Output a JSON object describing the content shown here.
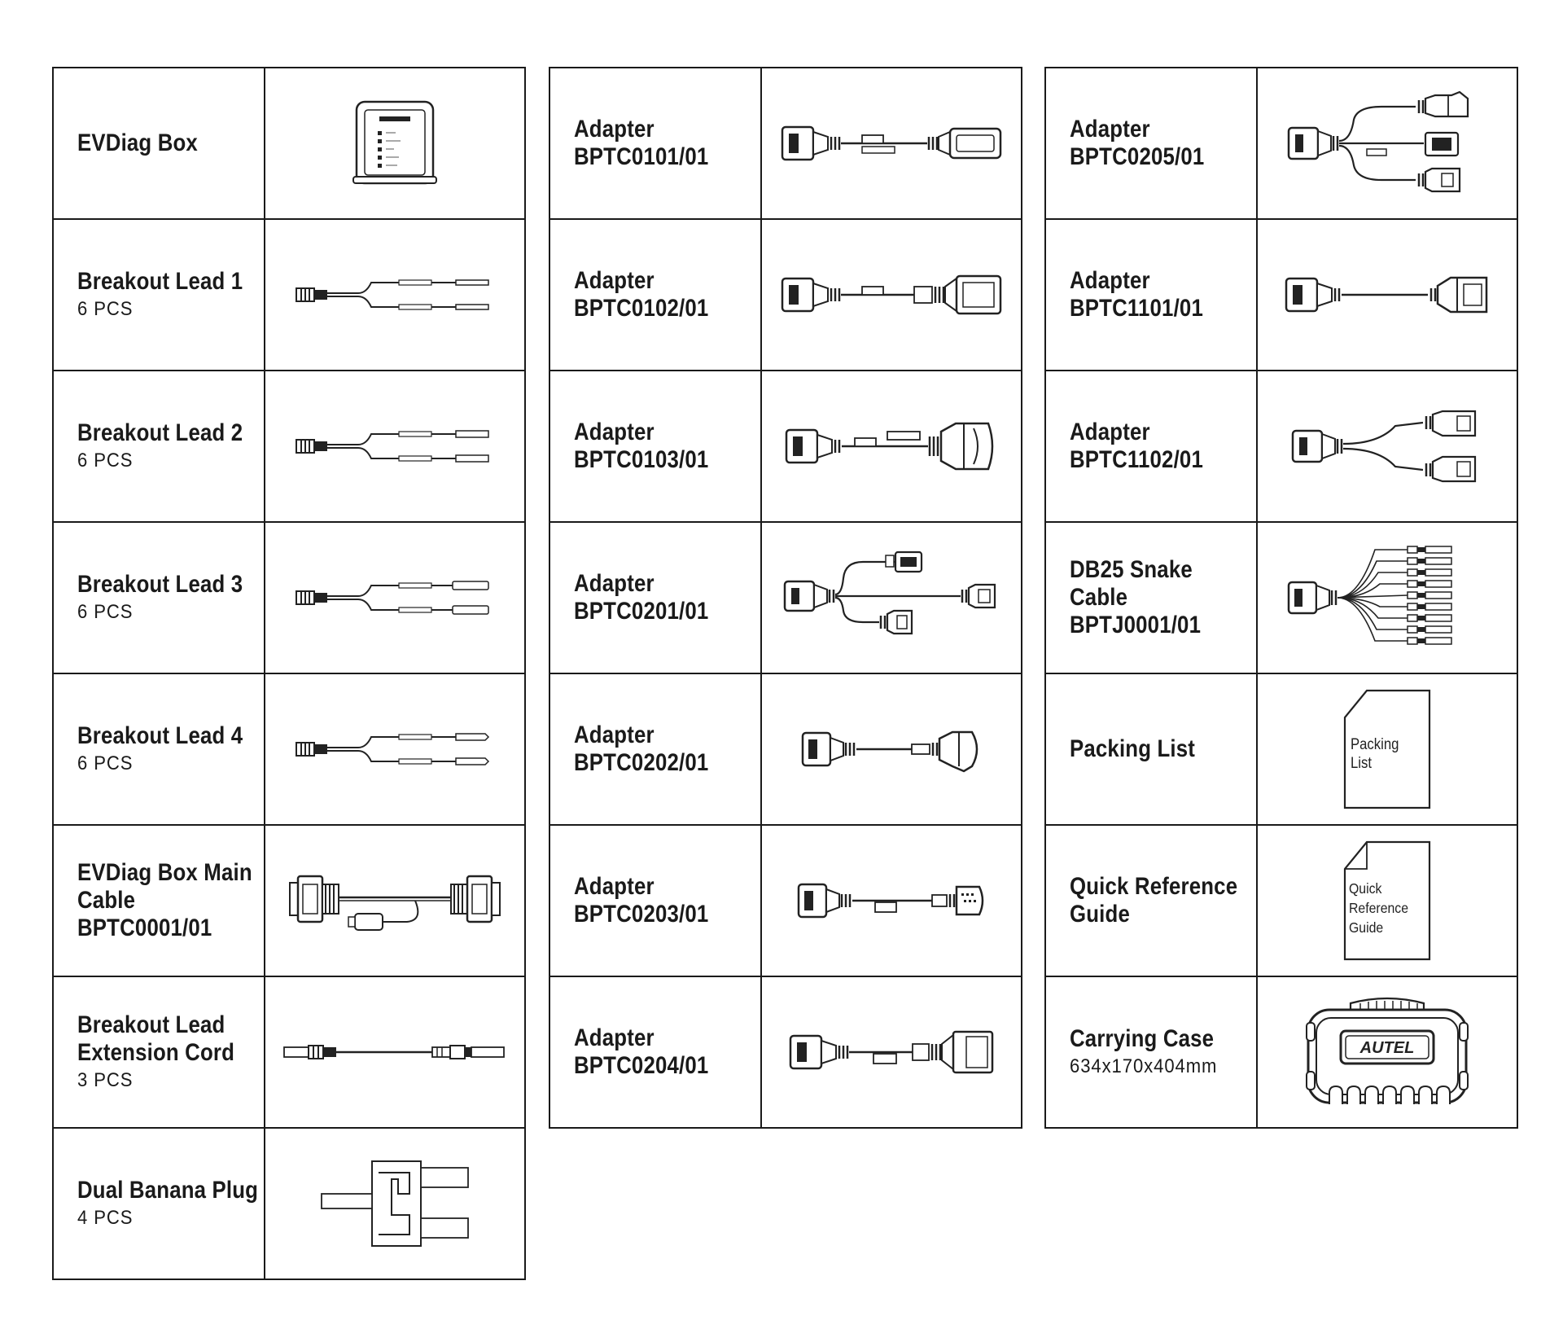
{
  "columns": [
    {
      "rows": [
        {
          "name": "EVDiag Box",
          "qty": "",
          "icon": "evdiag-box-icon"
        },
        {
          "name": "Breakout Lead 1",
          "qty": "6 PCS",
          "icon": "breakout-lead-icon"
        },
        {
          "name": "Breakout Lead 2",
          "qty": "6 PCS",
          "icon": "breakout-lead-icon"
        },
        {
          "name": "Breakout Lead 3",
          "qty": "6 PCS",
          "icon": "breakout-lead-icon"
        },
        {
          "name": "Breakout Lead 4",
          "qty": "6 PCS",
          "icon": "breakout-lead-icon"
        },
        {
          "name": "EVDiag Box Main\nCable\nBPTC0001/01",
          "qty": "",
          "icon": "main-cable-icon"
        },
        {
          "name": "Breakout Lead\nExtension Cord",
          "qty": "3 PCS",
          "icon": "extension-cord-icon"
        },
        {
          "name": "Dual Banana Plug",
          "qty": "4 PCS",
          "icon": "banana-plug-icon"
        }
      ]
    },
    {
      "rows": [
        {
          "name": "Adapter\nBPTC0101/01",
          "qty": "",
          "icon": "adapter-cable-icon"
        },
        {
          "name": "Adapter\nBPTC0102/01",
          "qty": "",
          "icon": "adapter-cable-icon"
        },
        {
          "name": "Adapter\nBPTC0103/01",
          "qty": "",
          "icon": "adapter-cable-icon"
        },
        {
          "name": "Adapter\nBPTC0201/01",
          "qty": "",
          "icon": "split-adapter-icon"
        },
        {
          "name": "Adapter\nBPTC0202/01",
          "qty": "",
          "icon": "adapter-cable-icon"
        },
        {
          "name": "Adapter\nBPTC0203/01",
          "qty": "",
          "icon": "adapter-cable-icon"
        },
        {
          "name": "Adapter\nBPTC0204/01",
          "qty": "",
          "icon": "adapter-cable-icon"
        }
      ]
    },
    {
      "rows": [
        {
          "name": "Adapter\nBPTC0205/01",
          "qty": "",
          "icon": "split-adapter-icon"
        },
        {
          "name": "Adapter\nBPTC1101/01",
          "qty": "",
          "icon": "adapter-cable-icon"
        },
        {
          "name": "Adapter\nBPTC1102/01",
          "qty": "",
          "icon": "split-adapter-icon"
        },
        {
          "name": "DB25 Snake\nCable\nBPTJ0001/01",
          "qty": "",
          "icon": "snake-cable-icon"
        },
        {
          "name": "Packing List",
          "qty": "",
          "icon": "packing-list-doc-icon",
          "doc_text": "Packing\nList"
        },
        {
          "name": "Quick Reference\nGuide",
          "qty": "",
          "icon": "quick-guide-doc-icon",
          "doc_text": "Quick\nReference\nGuide"
        },
        {
          "name": "Carrying Case",
          "qty": "634x170x404mm",
          "icon": "carrying-case-icon",
          "brand": "AUTEL"
        }
      ]
    }
  ]
}
